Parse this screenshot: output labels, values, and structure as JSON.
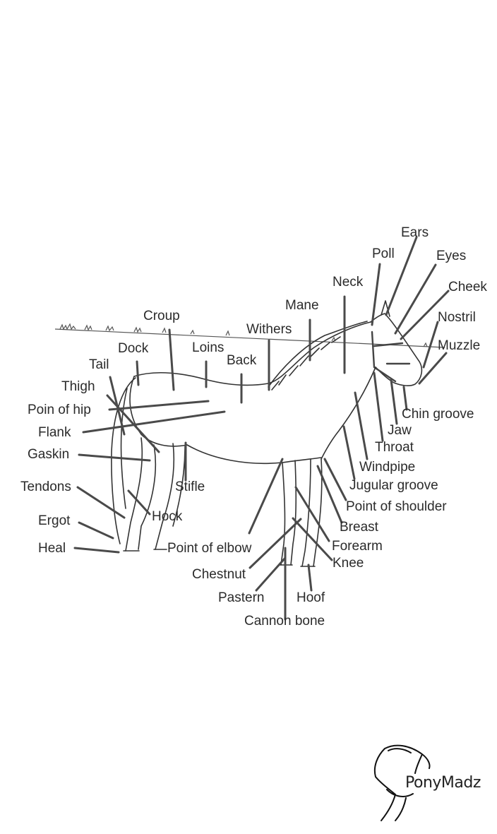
{
  "diagram": {
    "labels": {
      "ears": "Ears",
      "poll": "Poll",
      "eyes": "Eyes",
      "neck": "Neck",
      "cheek": "Cheek",
      "mane": "Mane",
      "nostril": "Nostril",
      "croup": "Croup",
      "withers": "Withers",
      "muzzle": "Muzzle",
      "dock": "Dock",
      "loins": "Loins",
      "back": "Back",
      "tail": "Tail",
      "thigh": "Thigh",
      "chin_groove": "Chin groove",
      "point_of_hip": "Poin of hip",
      "jaw": "Jaw",
      "flank": "Flank",
      "throat": "Throat",
      "gaskin": "Gaskin",
      "windpipe": "Windpipe",
      "tendons": "Tendons",
      "stifle": "Stifle",
      "jugular_groove": "Jugular groove",
      "hock": "Hock",
      "point_of_shoulder": "Point of shoulder",
      "ergot": "Ergot",
      "breast": "Breast",
      "heal": "Heal",
      "point_of_elbow": "Point of elbow",
      "forearm": "Forearm",
      "knee": "Knee",
      "chestnut": "Chestnut",
      "pastern": "Pastern",
      "hoof": "Hoof",
      "cannon_bone": "Cannon bone"
    }
  },
  "brand": {
    "name": "PonyMadz"
  }
}
